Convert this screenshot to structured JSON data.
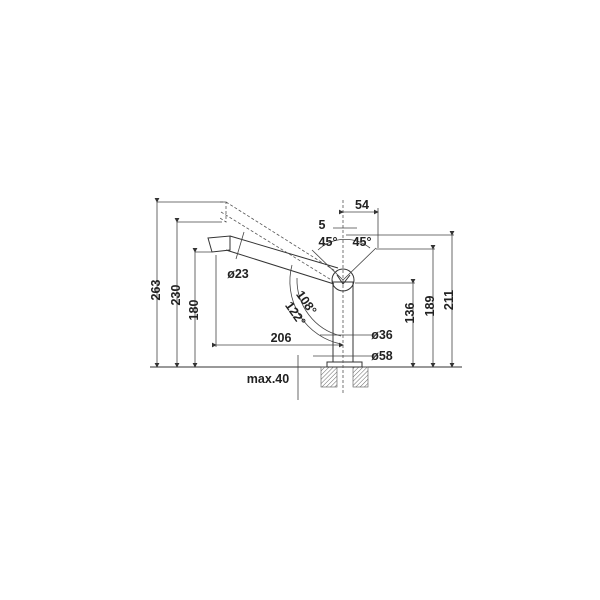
{
  "dimensions": {
    "overall_height": "263",
    "raised_spout_height": "230",
    "spout_outlet_height": "180",
    "pivot_height": "136",
    "swing_top_height": "189",
    "max_height": "211",
    "reach": "206",
    "offset_54": "54",
    "offset_5": "5",
    "angle_left": "45°",
    "angle_right": "45°",
    "angle_108": "108°",
    "angle_122": "122°",
    "spout_diameter": "ø23",
    "column_diameter": "ø36",
    "base_diameter": "ø58",
    "max_thickness": "max.40"
  }
}
